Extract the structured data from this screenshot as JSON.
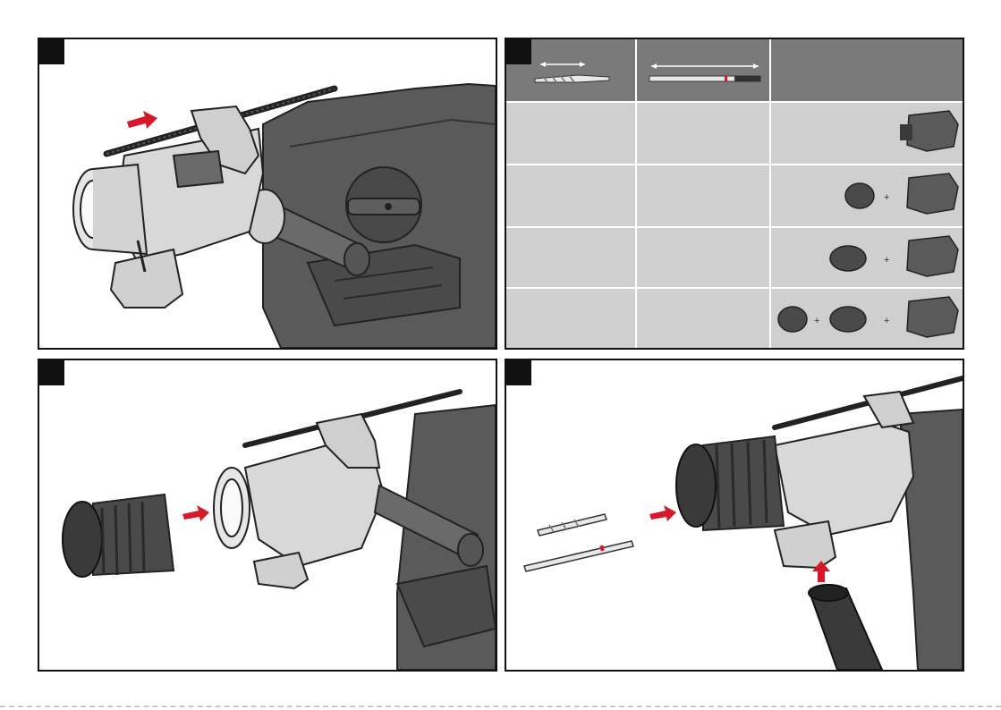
{
  "page": {
    "panels": [
      {
        "id": "panel-1",
        "description_icon": "hammer-drill-depth-rod-icon"
      },
      {
        "id": "panel-2",
        "description_icon": "drill-bit-length-table-icon"
      },
      {
        "id": "panel-3",
        "description_icon": "chuck-attach-icon"
      },
      {
        "id": "panel-4",
        "description_icon": "dust-extraction-icon"
      }
    ],
    "table": {
      "rows": [
        {
          "extensions": 0
        },
        {
          "extensions": 1
        },
        {
          "extensions": 1
        },
        {
          "extensions": 2
        }
      ],
      "plus_sign": "+"
    },
    "colors": {
      "accent": "#d7182a",
      "frame": "#111111",
      "tool_dark": "#4a4a4a",
      "tool_light": "#d8d8d8",
      "table_header": "#7a7a7a",
      "table_cell": "#cfcfcf"
    }
  }
}
